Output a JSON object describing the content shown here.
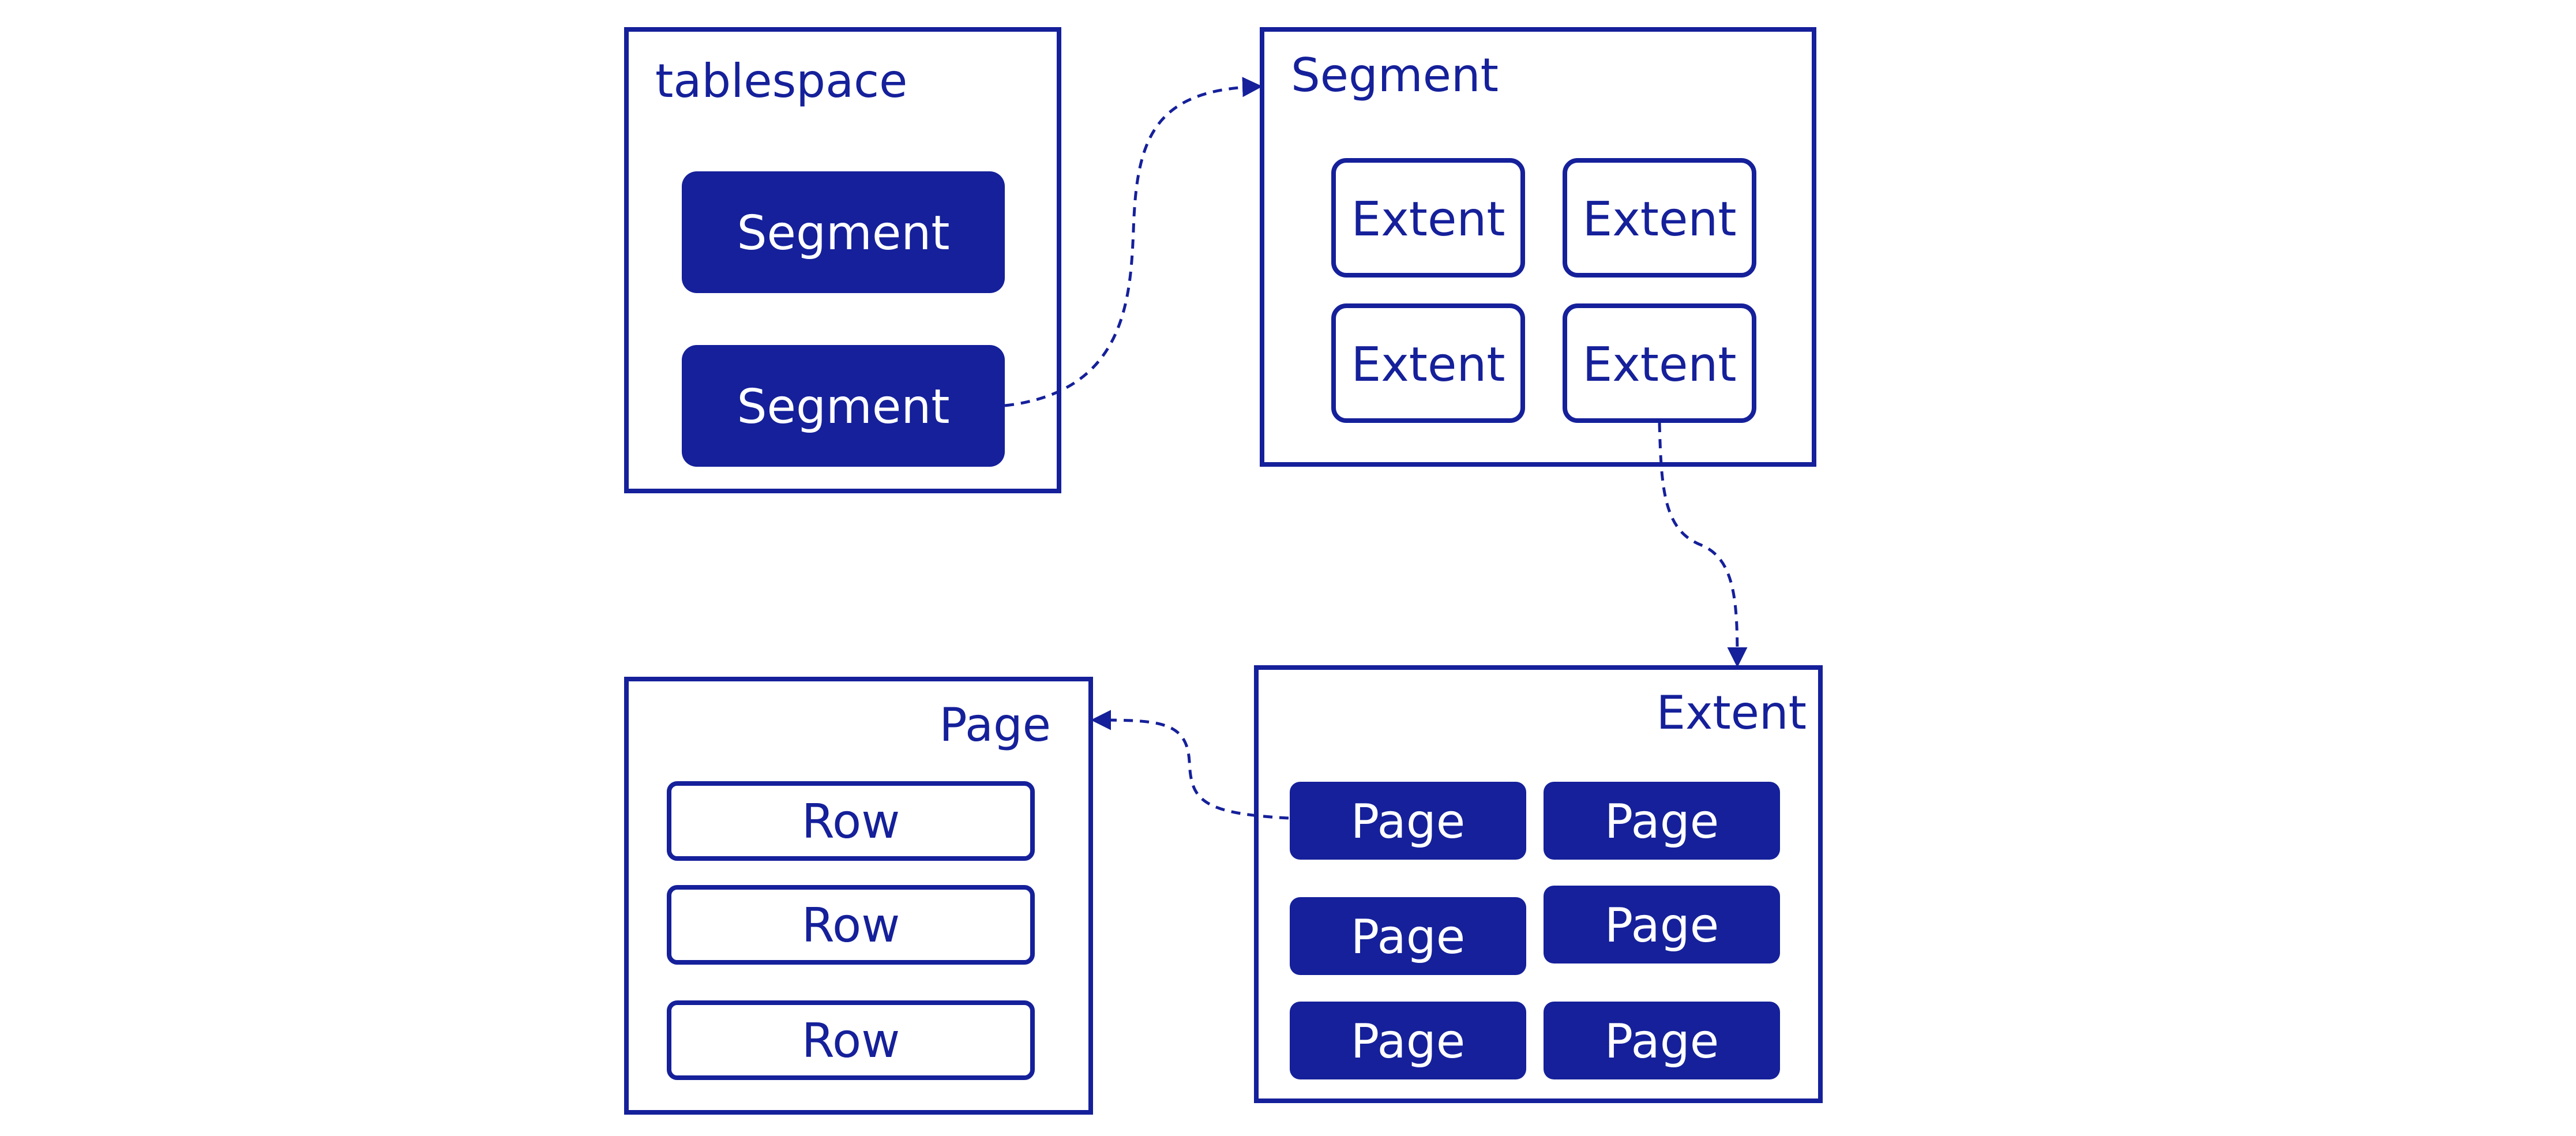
{
  "colors": {
    "primary": "#15209a",
    "background": "#ffffff"
  },
  "tablespace_box": {
    "title": "tablespace",
    "segments": [
      "Segment",
      "Segment"
    ]
  },
  "segment_box": {
    "title": "Segment",
    "extents": [
      "Extent",
      "Extent",
      "Extent",
      "Extent"
    ]
  },
  "extent_box": {
    "title": "Extent",
    "pages": [
      "Page",
      "Page",
      "Page",
      "Page",
      "Page",
      "Page"
    ]
  },
  "page_box": {
    "title": "Page",
    "rows": [
      "Row",
      "Row",
      "Row"
    ]
  }
}
